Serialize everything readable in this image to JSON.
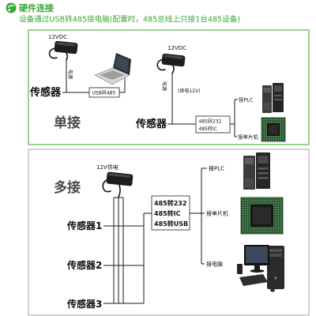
{
  "header": {
    "icon": "header-bullet-icon",
    "title": "硬件连接",
    "subtitle": "设备通过USB转485接电脑(配置时，485总线上只接1台485设备)"
  },
  "colors": {
    "accent_green": "#3aa935",
    "single_panel_border": "#6dbf5f",
    "multi_panel_border": "#b4b4b4",
    "wire": "#1a1a1a"
  },
  "single": {
    "label": "单接",
    "usb_setup": {
      "adapter_label": "12VDC",
      "adapter_icon": "power-adapter-icon",
      "power_label": "电源",
      "sensor": "传感器",
      "converter": "USB转485",
      "computer_icon": "laptop-icon"
    },
    "serial_setup": {
      "adapter_label": "12VDC",
      "adapter_icon": "power-adapter-icon",
      "power_label": "电源",
      "power_note": "(供电12V)",
      "sensor": "传感器",
      "converter": [
        "485转232",
        "485转IC"
      ],
      "outputs": [
        {
          "label": "接PLC",
          "icon": "plc-icon"
        },
        {
          "label": "接单片机",
          "icon": "microcontroller-board-icon"
        }
      ]
    }
  },
  "multi": {
    "label": "多接",
    "adapter_label": "12V供电",
    "adapter_icon": "power-adapter-icon",
    "sensors": [
      "传感器1",
      "传感器2",
      "传感器3"
    ],
    "converter": [
      "485转232",
      "485转IC",
      "485转USB"
    ],
    "outputs": [
      {
        "label": "接PLC",
        "icon": "plc-icon"
      },
      {
        "label": "接单片机",
        "icon": "microcontroller-board-icon"
      },
      {
        "label": "接电脑",
        "icon": "desktop-computer-icon"
      }
    ]
  }
}
